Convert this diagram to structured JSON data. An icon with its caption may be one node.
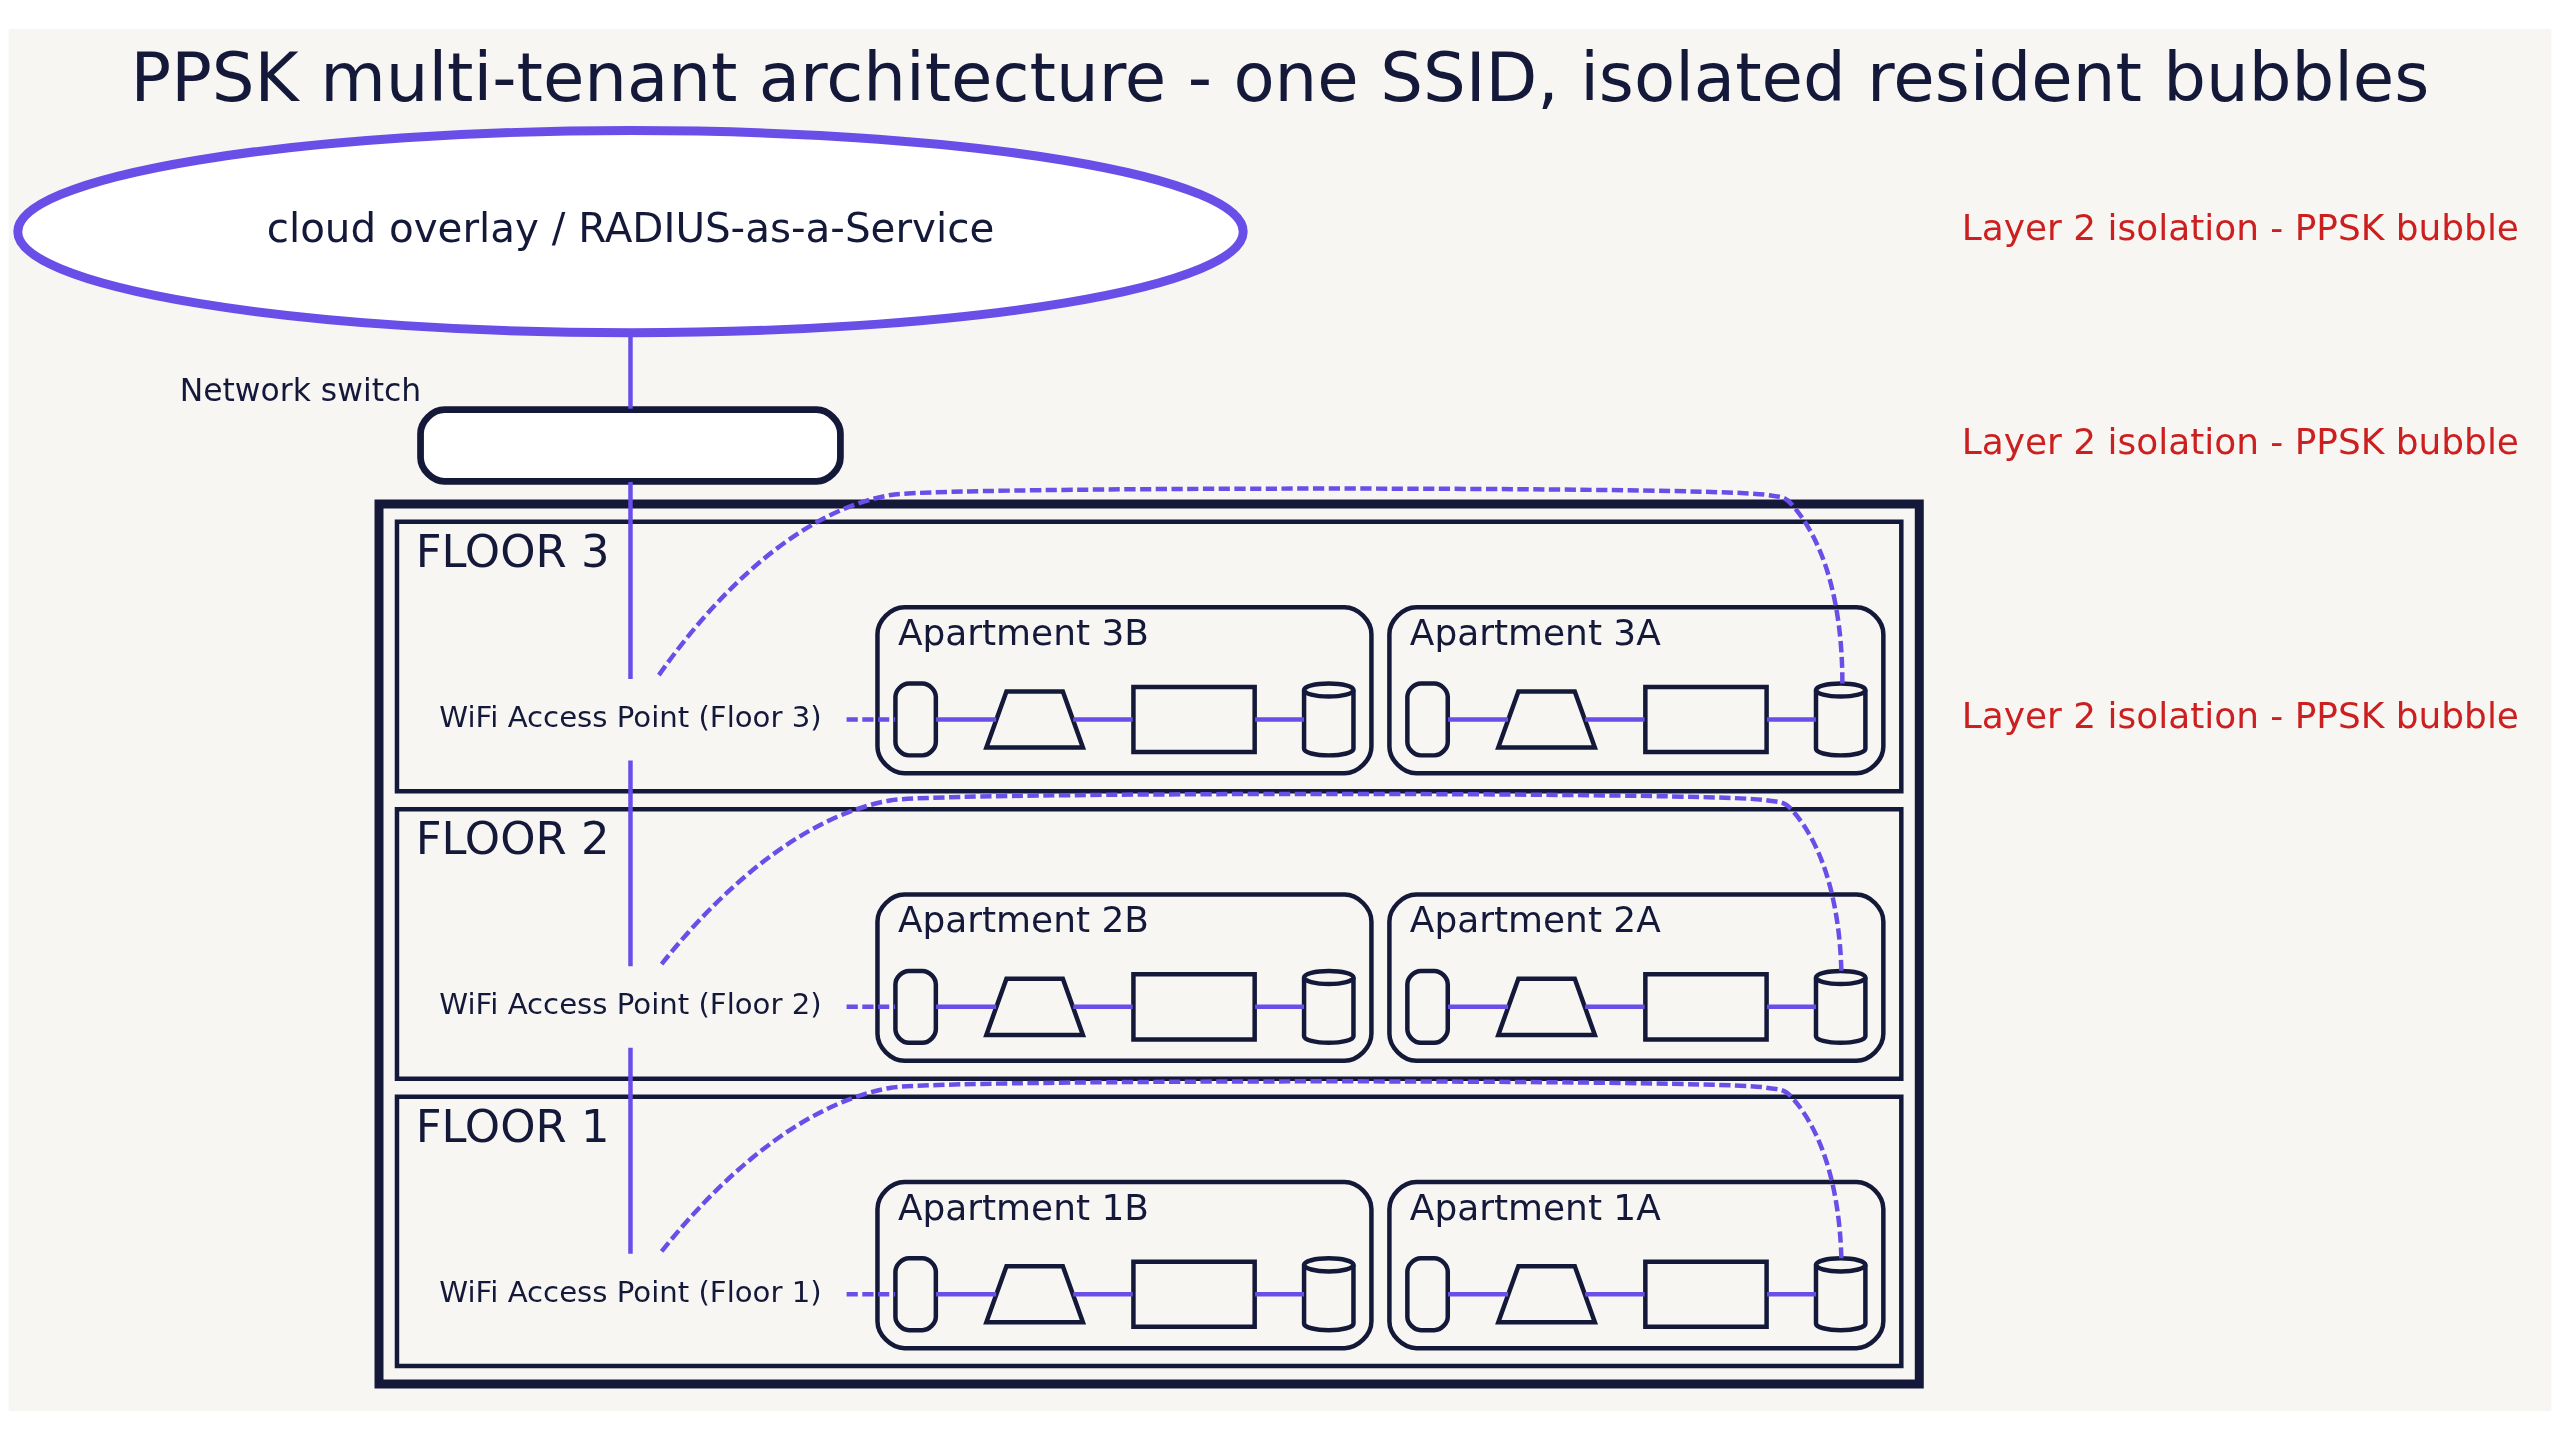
{
  "diagram": {
    "title": "PPSK multi-tenant architecture - one SSID, isolated resident bubbles",
    "nodes": [
      {
        "text": [
          "cloud overlay / RADIUS-as-a-Service"
        ]
      },
      {
        "text": [],
        "shape": "box",
        "beside": [
          "Network switch"
        ]
      },
      {
        "text": [],
        "shape": "box"
      },
      {
        "text": [
          "FLOOR 3"
        ],
        "in": 2
      },
      {
        "text": [
          "Apartment 3A"
        ],
        "in": 3
      },
      {
        "text": [],
        "shape": "phone",
        "in": 4
      },
      {
        "text": [],
        "shape": "laptop",
        "in": 4
      },
      {
        "text": [],
        "shape": "monitor",
        "in": 4
      },
      {
        "text": [],
        "shape": "speaker",
        "in": 4
      },
      {
        "text": [
          "WiFi Access Point (Floor 3)"
        ],
        "in": 3
      },
      {
        "text": [
          "Apartment 3B"
        ],
        "in": 3
      },
      {
        "text": [],
        "shape": "phone",
        "in": 10
      },
      {
        "text": [],
        "shape": "laptop",
        "in": 10
      },
      {
        "text": [],
        "shape": "monitor",
        "in": 10
      },
      {
        "text": [],
        "shape": "speaker",
        "in": 10
      },
      {
        "text": [
          "FLOOR 2"
        ],
        "in": 2
      },
      {
        "text": [
          "Apartment 2A"
        ],
        "in": 15
      },
      {
        "text": [],
        "shape": "phone",
        "in": 16
      },
      {
        "text": [],
        "shape": "laptop",
        "in": 16
      },
      {
        "text": [],
        "shape": "monitor",
        "in": 16
      },
      {
        "text": [],
        "shape": "speaker",
        "in": 16
      },
      {
        "text": [
          "WiFi Access Point (Floor 2)"
        ],
        "in": 15
      },
      {
        "text": [
          "Apartment 2B"
        ],
        "in": 15
      },
      {
        "text": [],
        "shape": "phone",
        "in": 22
      },
      {
        "text": [],
        "shape": "laptop",
        "in": 22
      },
      {
        "text": [],
        "shape": "monitor",
        "in": 22
      },
      {
        "text": [],
        "shape": "speaker",
        "in": 22
      },
      {
        "text": [
          "FLOOR 1"
        ],
        "in": 2
      },
      {
        "text": [
          "Apartment 1A"
        ],
        "in": 27
      },
      {
        "text": [],
        "shape": "phone",
        "in": 28
      },
      {
        "text": [],
        "shape": "laptop",
        "in": 28
      },
      {
        "text": [],
        "shape": "monitor",
        "in": 28
      },
      {
        "text": [],
        "shape": "speaker",
        "in": 28
      },
      {
        "text": [
          "WiFi Access Point (Floor 1)"
        ],
        "in": 27
      },
      {
        "text": [
          "Apartment 1B"
        ],
        "in": 27
      },
      {
        "text": [],
        "shape": "phone",
        "in": 34
      },
      {
        "text": [],
        "shape": "laptop",
        "in": 34
      },
      {
        "text": [],
        "shape": "monitor",
        "in": 34
      },
      {
        "text": [],
        "shape": "speaker",
        "in": 34
      }
    ],
    "edges": [
      {
        "from": 0,
        "to": 1,
        "arrow": "none"
      },
      {
        "from": 1,
        "to": 9,
        "arrow": "none"
      },
      {
        "from": 9,
        "to": 21,
        "arrow": "none"
      },
      {
        "from": 21,
        "to": 33,
        "arrow": "none"
      },
      {
        "from": 9,
        "to": 8,
        "arrow": "none",
        "style": "dashed"
      },
      {
        "from": 9,
        "to": 11,
        "arrow": "none",
        "style": "dashed"
      },
      {
        "from": 21,
        "to": 20,
        "arrow": "none",
        "style": "dashed"
      },
      {
        "from": 21,
        "to": 23,
        "arrow": "none",
        "style": "dashed"
      },
      {
        "from": 33,
        "to": 32,
        "arrow": "none",
        "style": "dashed"
      },
      {
        "from": 33,
        "to": 35,
        "arrow": "none",
        "style": "dashed"
      },
      {
        "from": 5,
        "to": 6,
        "arrow": "none"
      },
      {
        "from": 6,
        "to": 7,
        "arrow": "none"
      },
      {
        "from": 7,
        "to": 8,
        "arrow": "none"
      },
      {
        "from": 11,
        "to": 12,
        "arrow": "none"
      },
      {
        "from": 12,
        "to": 13,
        "arrow": "none"
      },
      {
        "from": 13,
        "to": 14,
        "arrow": "none"
      },
      {
        "from": 17,
        "to": 18,
        "arrow": "none"
      },
      {
        "from": 18,
        "to": 19,
        "arrow": "none"
      },
      {
        "from": 19,
        "to": 20,
        "arrow": "none"
      },
      {
        "from": 23,
        "to": 24,
        "arrow": "none"
      },
      {
        "from": 24,
        "to": 25,
        "arrow": "none"
      },
      {
        "from": 25,
        "to": 26,
        "arrow": "none"
      },
      {
        "from": 29,
        "to": 30,
        "arrow": "none"
      },
      {
        "from": 30,
        "to": 31,
        "arrow": "none"
      },
      {
        "from": 31,
        "to": 32,
        "arrow": "none"
      },
      {
        "from": 35,
        "to": 36,
        "arrow": "none"
      },
      {
        "from": 36,
        "to": 37,
        "arrow": "none"
      },
      {
        "from": 37,
        "to": 38,
        "arrow": "none"
      }
    ],
    "legend": [
      {
        "text": "Layer 2 isolation - PPSK bubble"
      },
      {
        "text": "Layer 2 isolation - PPSK bubble"
      },
      {
        "text": "Layer 2 isolation - PPSK bubble"
      }
    ]
  }
}
